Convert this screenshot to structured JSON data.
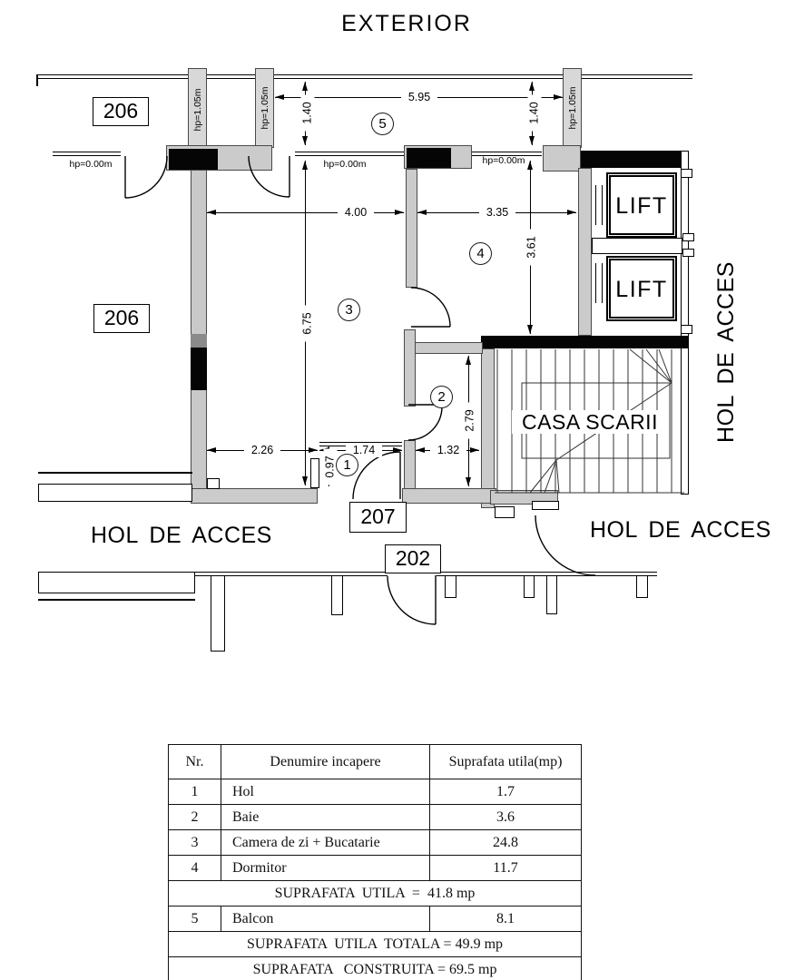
{
  "title": "EXTERIOR",
  "plan": {
    "apt_206": "206",
    "apt_207": "207",
    "apt_202": "202",
    "hall_label": "HOL DE ACCES",
    "stair_label": "CASA SCARII",
    "lift_label": "LIFT",
    "hp_parapet": "hp=1.05m",
    "hp_zero": "hp=0.00m",
    "room_marks": {
      "r1": "1",
      "r2": "2",
      "r3": "3",
      "r4": "4",
      "r5": "5"
    },
    "dims": {
      "d595": "5.95",
      "d140": "1.40",
      "d400": "4.00",
      "d335": "3.35",
      "d361": "3.61",
      "d675": "6.75",
      "d279": "2.79",
      "d226": "2.26",
      "d174": "1.74",
      "d132": "1.32",
      "d097": "0.97"
    }
  },
  "table": {
    "headers": {
      "nr": "Nr.",
      "name": "Denumire incapere",
      "area": "Suprafata utila(mp)"
    },
    "rows": [
      {
        "nr": "1",
        "name": "Hol",
        "area": "1.7"
      },
      {
        "nr": "2",
        "name": "Baie",
        "area": "3.6"
      },
      {
        "nr": "3",
        "name": "Camera de zi + Bucatarie",
        "area": "24.8"
      },
      {
        "nr": "4",
        "name": "Dormitor",
        "area": "11.7"
      }
    ],
    "subtotal": "SUPRAFATA  UTILA  =  41.8 mp",
    "balcony_row": {
      "nr": "5",
      "name": "Balcon",
      "area": "8.1"
    },
    "total": "SUPRAFATA  UTILA  TOTALA = 49.9 mp",
    "built": "SUPRAFATA   CONSTRUITA = 69.5 mp"
  }
}
